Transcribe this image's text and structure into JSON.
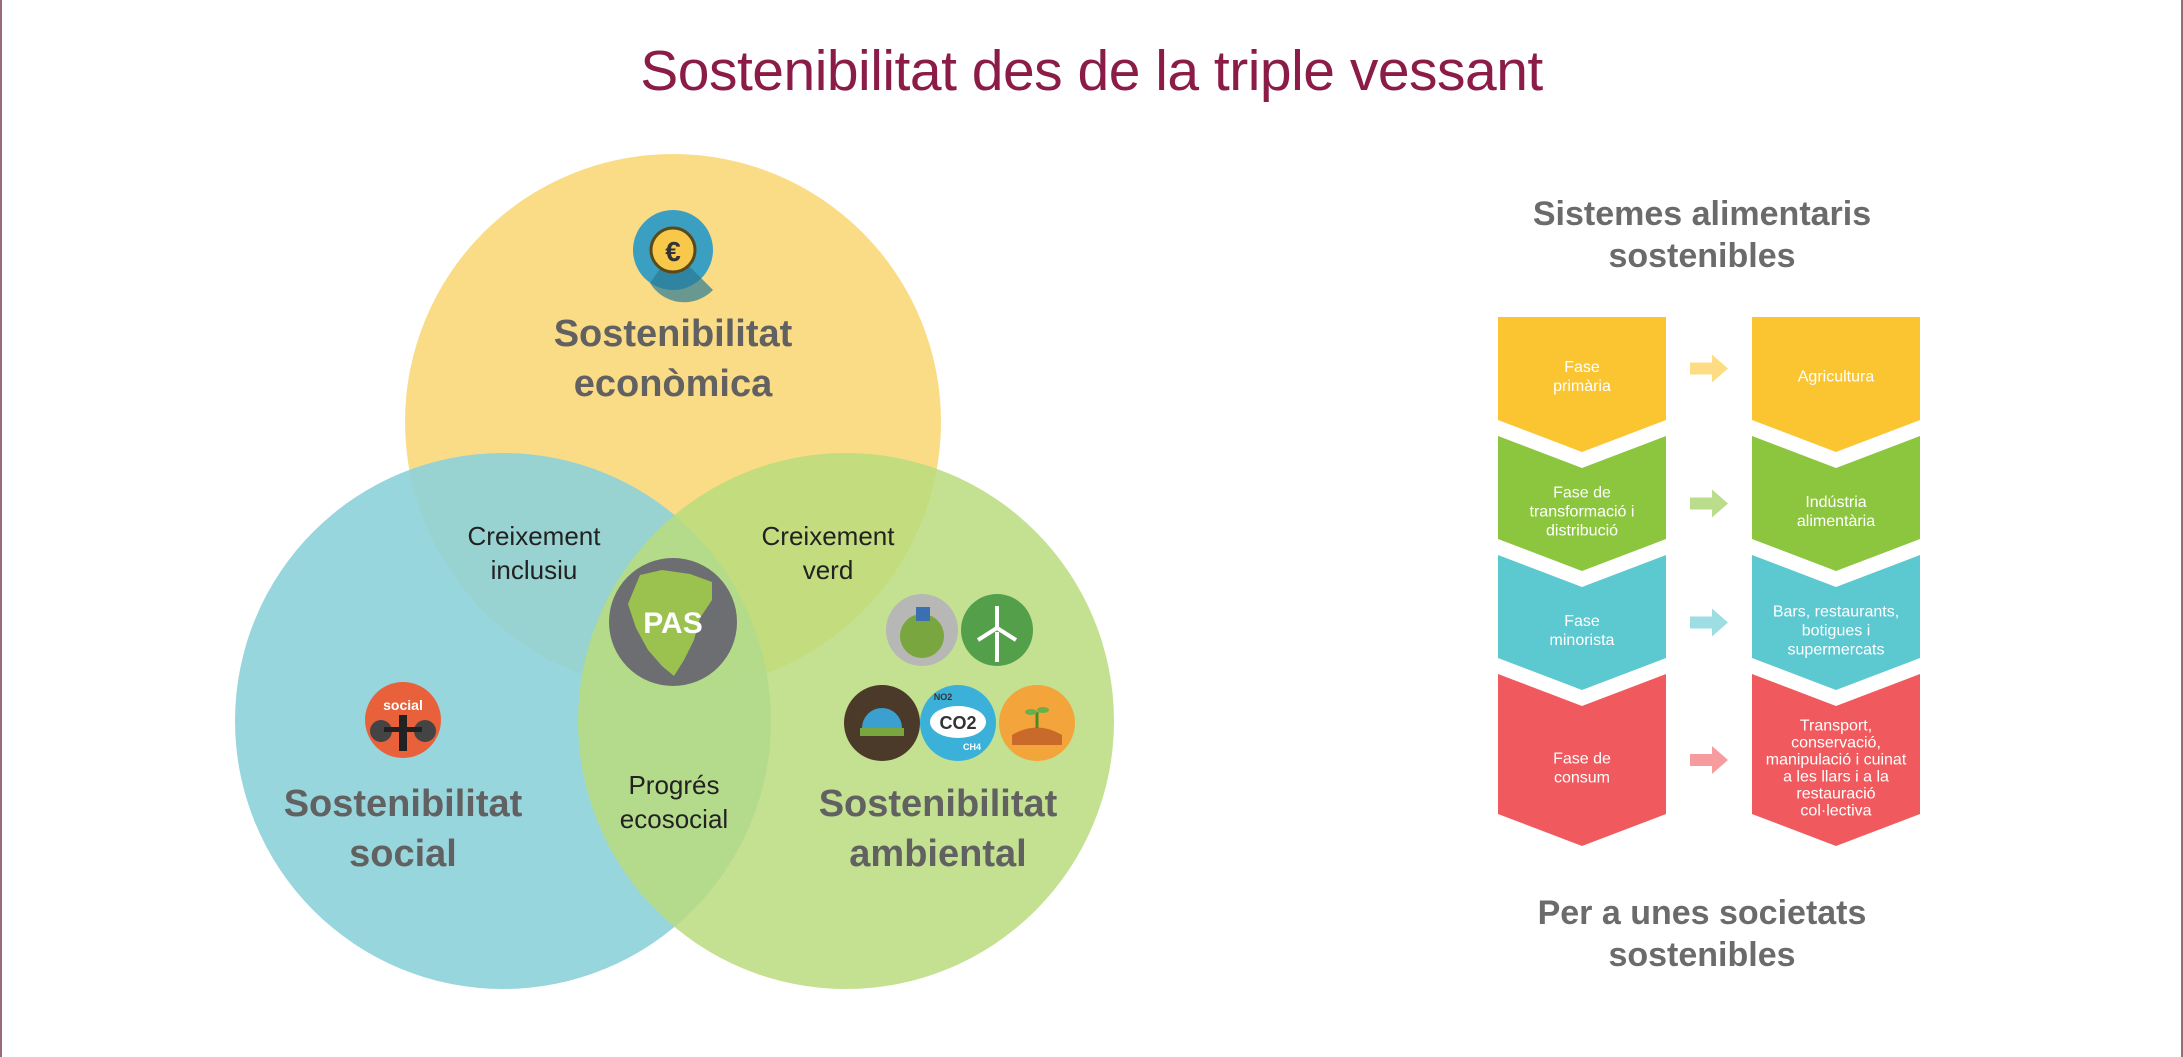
{
  "title": "Sostenibilitat des de la triple vessant",
  "venn": {
    "circles": {
      "economic": {
        "line1": "Sostenibilitat",
        "line2": "econòmica",
        "color": "#fbd97c"
      },
      "social": {
        "line1": "Sostenibilitat",
        "line2": "social",
        "color": "#8dd1da"
      },
      "environmental": {
        "line1": "Sostenibilitat",
        "line2": "ambiental",
        "color": "#b8dc7c"
      }
    },
    "overlaps": {
      "inclusive": {
        "line1": "Creixement",
        "line2": "inclusiu"
      },
      "green": {
        "line1": "Creixement",
        "line2": "verd"
      },
      "ecosocial": {
        "line1": "Progrés",
        "line2": "ecosocial"
      }
    },
    "center": {
      "label": "PAS"
    },
    "icons": {
      "euro_symbol": "€",
      "social_label": "social",
      "co2_label": "CO2",
      "no2_label": "NO2",
      "ch4_label": "CH4"
    }
  },
  "food_chain": {
    "top_title": {
      "line1": "Sistemes alimentaris",
      "line2": "sostenibles"
    },
    "bottom_title": {
      "line1": "Per a unes societats",
      "line2": "sostenibles"
    },
    "stages": [
      {
        "color": "#fbc531",
        "left": [
          "Fase",
          "primària"
        ],
        "right": [
          "Agricultura"
        ]
      },
      {
        "color": "#8cc63f",
        "left": [
          "Fase de",
          "transformació i",
          "distribució"
        ],
        "right": [
          "Indústria",
          "alimentària"
        ]
      },
      {
        "color": "#5cc8d0",
        "left": [
          "Fase",
          "minorista"
        ],
        "right": [
          "Bars, restaurants,",
          "botigues i",
          "supermercats"
        ]
      },
      {
        "color": "#f05a5e",
        "left": [
          "Fase de",
          "consum"
        ],
        "right": [
          "Transport,",
          "conservació,",
          "manipulació i cuinat",
          "a les llars i a la",
          "restauració",
          "col·lectiva"
        ]
      }
    ]
  }
}
